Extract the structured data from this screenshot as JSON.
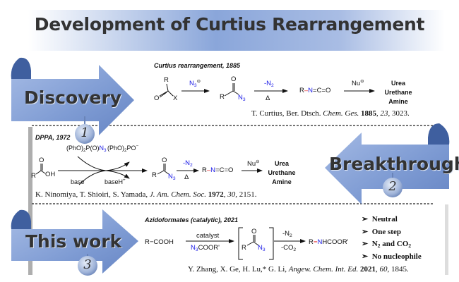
{
  "title": "Development of Curtius Rearrangement",
  "colors": {
    "banner_blue": "#8aa6da",
    "azide_blue": "#1a1ae6",
    "bond_red": "#e02020"
  },
  "stages": [
    {
      "label": "Discovery",
      "number": "1"
    },
    {
      "label": "Breakthrough",
      "number": "2"
    },
    {
      "label": "This work",
      "number": "3"
    }
  ],
  "discovery": {
    "caption": "Curtius rearrangement, 1885",
    "sm_R": "R",
    "sm_O": "O",
    "sm_X": "X",
    "reagent1": "N",
    "reagent1_sub": "3",
    "reagent1_charge": "⊖",
    "int_O": "O",
    "int_R": "R",
    "int_N": "N",
    "int_N_sub": "3",
    "cond_top": "-N",
    "cond_top_sub": "2",
    "cond_bottom": "Δ",
    "iso_R": "R",
    "iso_dash": "–",
    "iso_N": "N",
    "iso_rest": "=C=O",
    "nu": "Nu",
    "nu_charge": "⊖",
    "products": [
      "Urea",
      "Urethane",
      "Amine"
    ],
    "citation": {
      "authors": "T. Curtius, Ber. Dtsch.",
      "journal": "Chem. Ges.",
      "year": "1885",
      "volume": "23",
      "pages": ", 3023."
    }
  },
  "breakthrough": {
    "caption": "DPPA, 1972",
    "acid_O": "O",
    "acid_R": "R",
    "acid_OH": "OH",
    "reagent_a": "(PhO)",
    "reagent_a_sub": "2",
    "reagent_a_mid": "P(O)",
    "reagent_a_N": "N",
    "reagent_a_N_sub": "3",
    "byproduct_a": "(PhO)",
    "byproduct_a_sub": "2",
    "byproduct_a_mid": "PO",
    "byproduct_a_sup": "−",
    "base": "base",
    "baseH": "baseH",
    "baseH_sup": "+",
    "int_O": "O",
    "int_R": "R",
    "int_N": "N",
    "int_N_sub": "3",
    "cond_top": "-N",
    "cond_top_sub": "2",
    "cond_bottom": "Δ",
    "iso_R": "R",
    "iso_dash": "–",
    "iso_N": "N",
    "iso_rest": "=C=O",
    "nu": "Nu",
    "nu_charge": "⊖",
    "products": [
      "Urea",
      "Urethane",
      "Amine"
    ],
    "citation": {
      "authors": "K. Ninomiya, T. Shioiri, S. Yamada,",
      "journal": "J. Am. Chem. Soc.",
      "year": "1972",
      "volume": "30",
      "pages": ", 2151."
    }
  },
  "this_work": {
    "caption": "Azidoformates (catalytic), 2021",
    "sm": "R−COOH",
    "cond_top": "catalyst",
    "cond_bottom_N": "N",
    "cond_bottom_sub": "3",
    "cond_bottom_rest": "COOR'",
    "int_O": "O",
    "int_R": "R",
    "int_N": "N",
    "int_N_sub": "3",
    "cond2_top": "-N",
    "cond2_top_sub": "2",
    "cond2_bottom": "-CO",
    "cond2_bottom_sub": "2",
    "prod_R": "R",
    "prod_dash": "−",
    "prod_N": "N",
    "prod_rest": "HCOOR'",
    "bullets": [
      "Neutral",
      "One step",
      "N",
      "No nucleophile"
    ],
    "bullet3_sub": "2",
    "bullet3_mid": " and CO",
    "bullet3_sub2": "2",
    "bullet_marker": "➢",
    "citation": {
      "authors": "Y. Zhang, X. Ge, H. Lu,* G. Li,",
      "journal": "Angew. Chem. Int. Ed.",
      "year": "2021",
      "volume": "60",
      "pages": ", 1845."
    }
  }
}
